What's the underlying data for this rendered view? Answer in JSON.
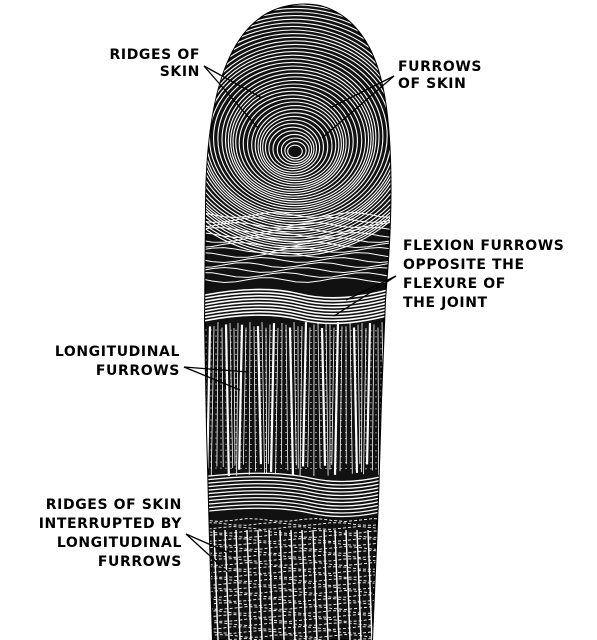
{
  "colors": {
    "ink": "#000000",
    "paper": "#ffffff"
  },
  "labels": {
    "ridges_of_skin": [
      "RIDGES OF",
      "SKIN"
    ],
    "furrows_of_skin": [
      "FURROWS",
      "OF SKIN"
    ],
    "flexion_furrows": [
      "FLEXION FURROWS",
      "OPPOSITE THE",
      "FLEXURE OF",
      "THE JOINT"
    ],
    "longitudinal_furrows": [
      "LONGITUDINAL",
      "FURROWS"
    ],
    "ridges_interrupted": [
      "RIDGES OF SKIN",
      "INTERRUPTED BY",
      "LONGITUDINAL",
      "FURROWS"
    ]
  }
}
